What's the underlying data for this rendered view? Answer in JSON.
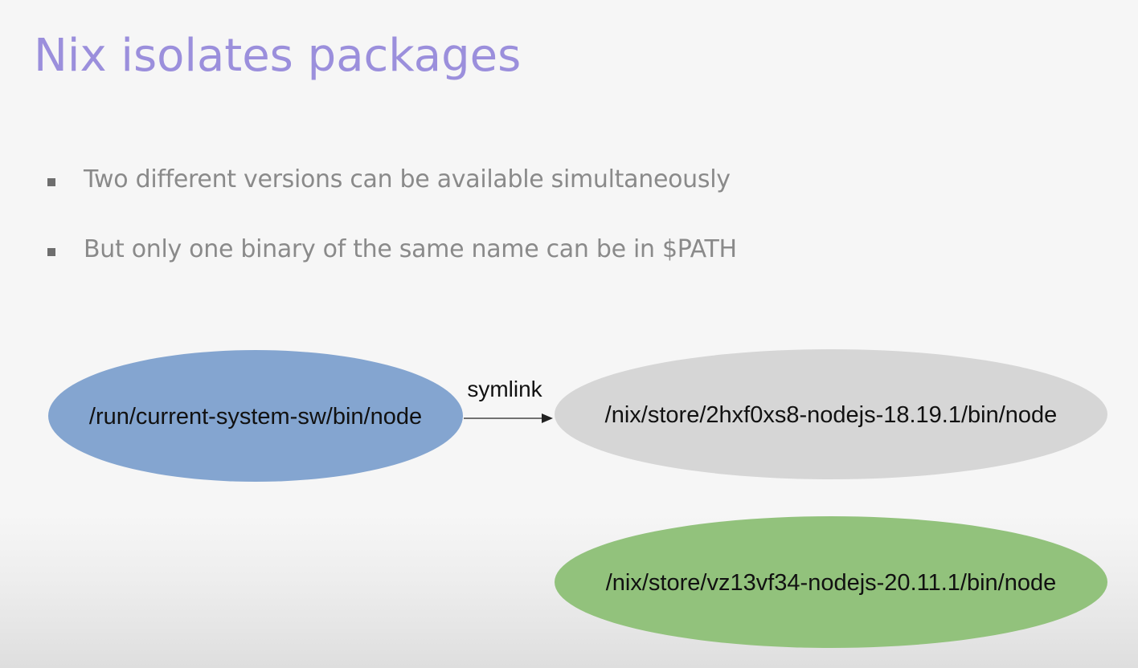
{
  "slide": {
    "title": "Nix isolates packages",
    "bullets": [
      {
        "text": "Two different versions can be available simultaneously"
      },
      {
        "text": "But only one binary of the same name can be in $PATH"
      }
    ]
  },
  "diagram": {
    "nodes": [
      {
        "id": "current",
        "label": "/run/current-system-sw/bin/node",
        "fill": "#84a5d0"
      },
      {
        "id": "node18",
        "label": "/nix/store/2hxf0xs8-nodejs-18.19.1/bin/node",
        "fill": "#d6d6d6"
      },
      {
        "id": "node20",
        "label": "/nix/store/vz13vf34-nodejs-20.11.1/bin/node",
        "fill": "#92c27c"
      }
    ],
    "edges": [
      {
        "from": "current",
        "to": "node18",
        "label": "symlink"
      }
    ]
  },
  "colors": {
    "title": "#9b8fdc",
    "bullet_text": "#8a8a8a",
    "bullet_marker": "#6e6e6e",
    "node_text": "#111111",
    "edge": "#222222"
  }
}
